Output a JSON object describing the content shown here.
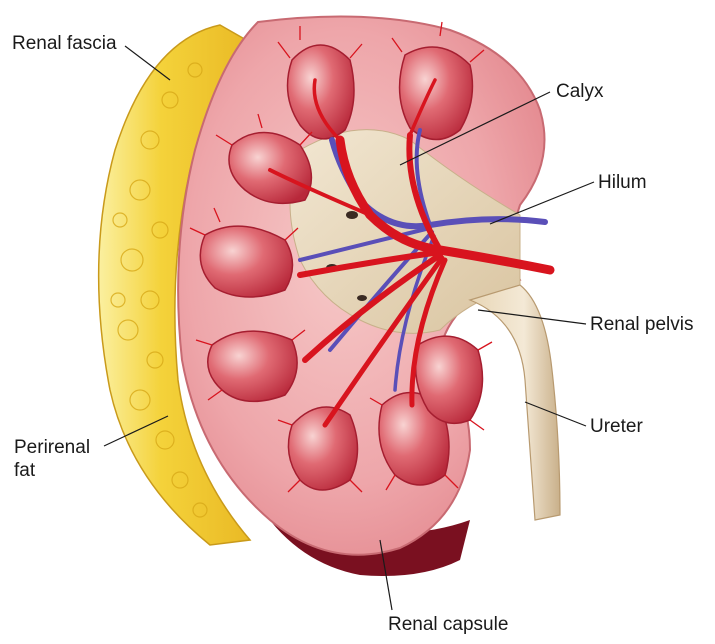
{
  "labels": {
    "renal_fascia": "Renal fascia",
    "calyx": "Calyx",
    "hilum": "Hilum",
    "renal_pelvis": "Renal pelvis",
    "ureter": "Ureter",
    "perirenal_fat_line1": "Perirenal",
    "perirenal_fat_line2": "fat",
    "renal_capsule": "Renal capsule"
  },
  "colors": {
    "fat": "#f2d23c",
    "cortex": "#efa9ad",
    "capsule": "#7a1020",
    "pyramid": "#d94a57",
    "sinus": "#eadcc4",
    "artery": "#d8141e",
    "vein": "#5a4fb8"
  }
}
